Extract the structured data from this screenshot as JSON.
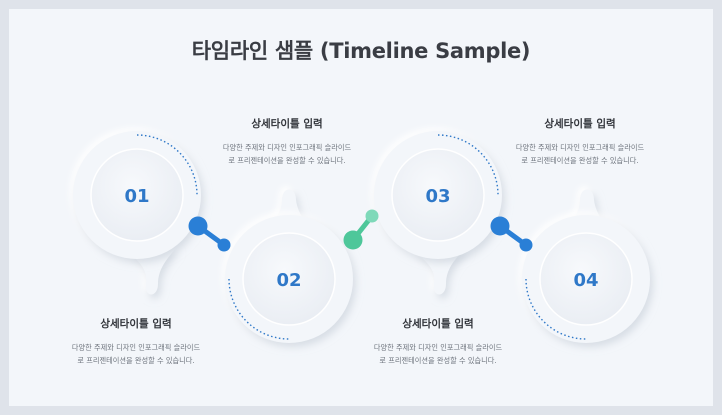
{
  "title": "타임라인 샘플 (Timeline Sample)",
  "steps": [
    {
      "number": "01",
      "heading": "상세타이틀 입력",
      "line1": "다양한 주제와 디자인 인포그래픽 슬라이드",
      "line2": "로 프리젠테이션을 완성할 수 있습니다."
    },
    {
      "number": "02",
      "heading": "상세타이틀 입력",
      "line1": "다양한 주제와 디자인 인포그래픽 슬라이드",
      "line2": "로 프리젠테이션을 완성할 수 있습니다."
    },
    {
      "number": "03",
      "heading": "상세타이틀 입력",
      "line1": "다양한 주제와 디자인 인포그래픽 슬라이드",
      "line2": "로 프리젠테이션을 완성할 수 있습니다."
    },
    {
      "number": "04",
      "heading": "상세타이틀 입력",
      "line1": "다양한 주제와 디자인 인포그래픽 슬라이드",
      "line2": "로 프리젠테이션을 완성할 수 있습니다."
    }
  ],
  "colors": {
    "accent_blue": "#2f78c8",
    "connector_blue": "#2a7fd6",
    "connector_green": "#4ec79a",
    "circle_fill": "#f3f6fa"
  }
}
